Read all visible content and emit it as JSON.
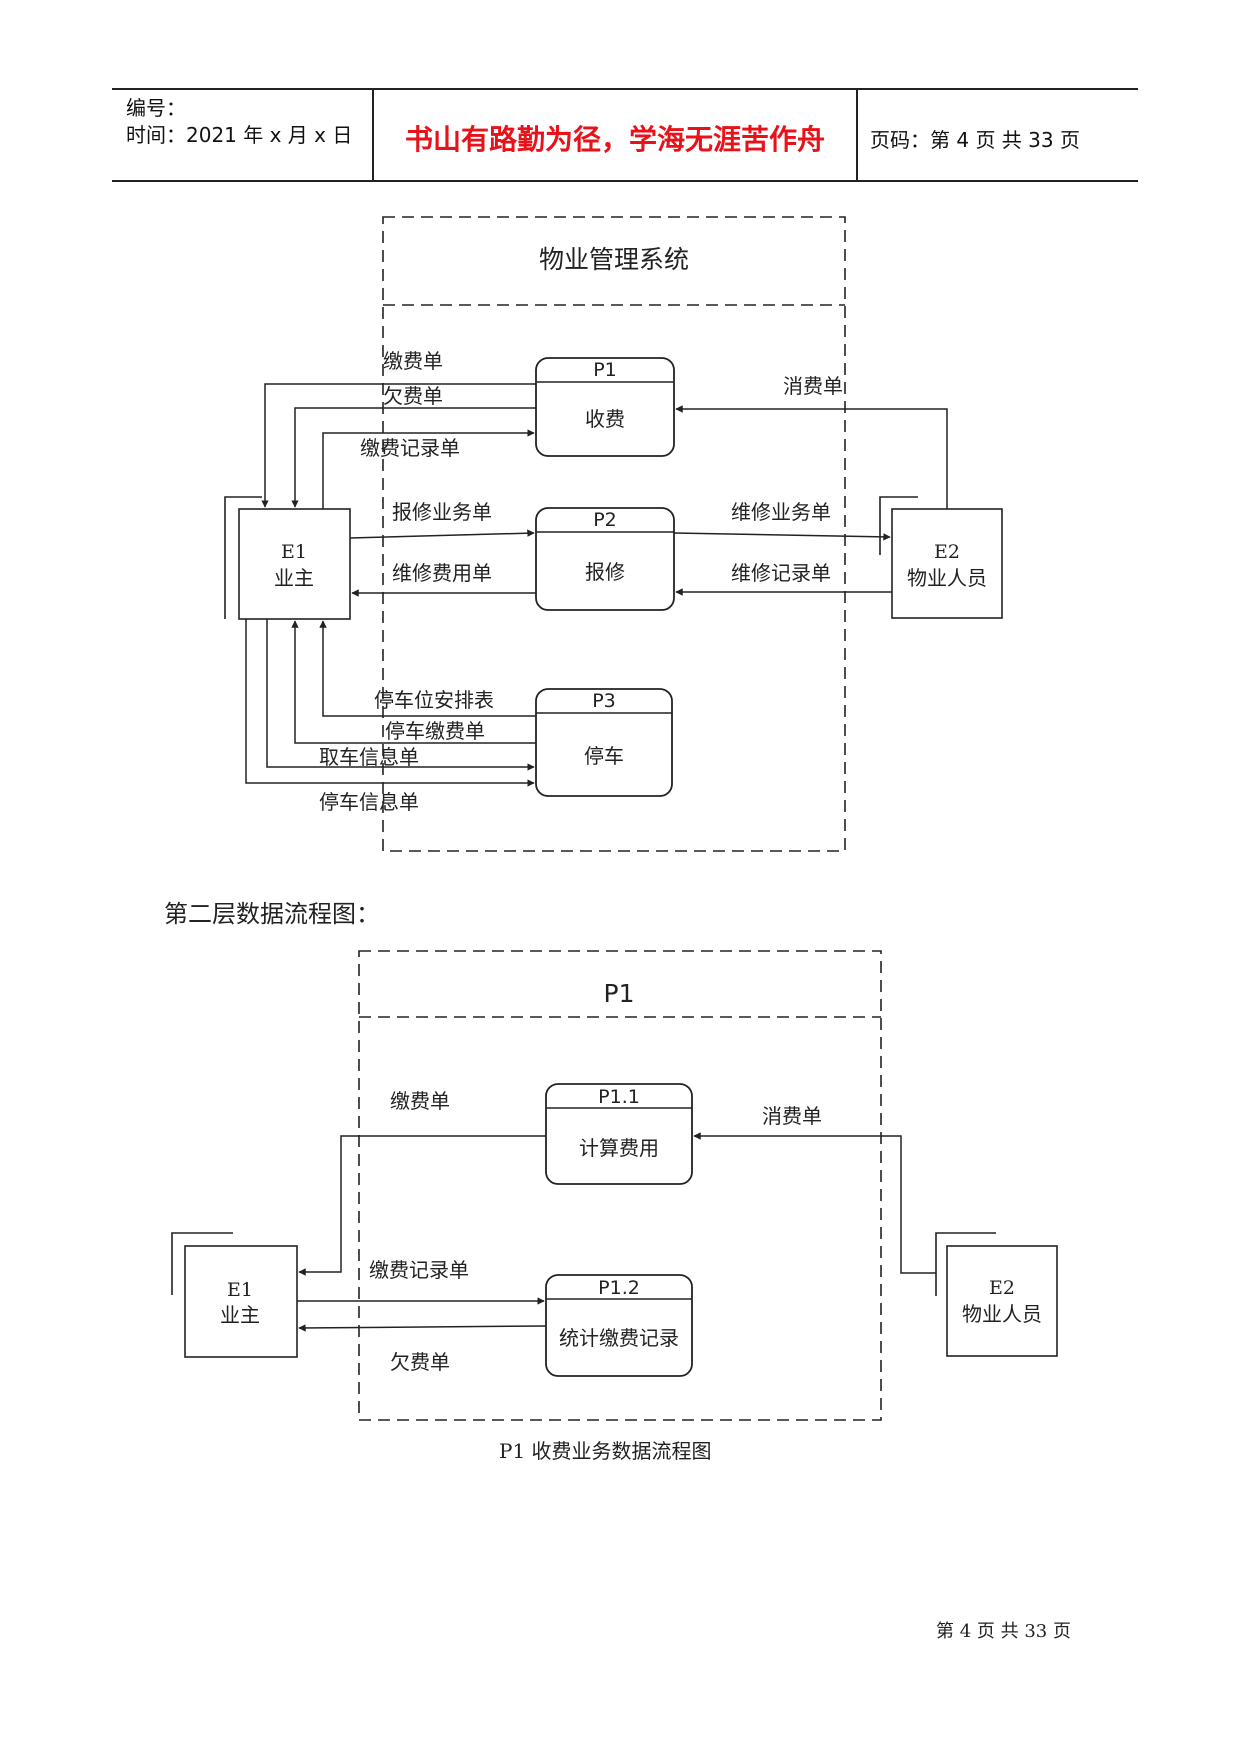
{
  "header": {
    "number_label": "编号：",
    "time_label": "时间：2021 年 x 月 x 日",
    "motto": "书山有路勤为径，学海无涯苦作舟",
    "page_label": "页码：第 4 页  共 33 页",
    "motto_color": "#e8121a"
  },
  "diagram1": {
    "system_title": "物业管理系统",
    "p1": {
      "id": "P1",
      "name": "收费"
    },
    "p2": {
      "id": "P2",
      "name": "报修"
    },
    "p3": {
      "id": "P3",
      "name": "停车"
    },
    "e1": {
      "id": "E1",
      "name": "业主"
    },
    "e2": {
      "id": "E2",
      "name": "物业人员"
    },
    "flows": {
      "payment_slip": "缴费单",
      "arrears_slip": "欠费单",
      "payment_record": "缴费记录单",
      "consumption_slip": "消费单",
      "repair_request": "报修业务单",
      "maintenance_task": "维修业务单",
      "maintenance_fee": "维修费用单",
      "maintenance_record": "维修记录单",
      "parking_schedule": "停车位安排表",
      "parking_fee": "停车缴费单",
      "pickup_info": "取车信息单",
      "parking_info": "停车信息单"
    }
  },
  "section2_heading": "第二层数据流程图：",
  "diagram2": {
    "title": "P1",
    "p11": {
      "id": "P1.1",
      "name": "计算费用"
    },
    "p12": {
      "id": "P1.2",
      "name": "统计缴费记录"
    },
    "e1": {
      "id": "E1",
      "name": "业主"
    },
    "e2": {
      "id": "E2",
      "name": "物业人员"
    },
    "flows": {
      "payment_slip": "缴费单",
      "consumption_slip": "消费单",
      "payment_record": "缴费记录单",
      "arrears_slip": "欠费单"
    },
    "caption": "P1  收费业务数据流程图"
  },
  "footer": {
    "page_text": "第  4  页  共  33  页"
  }
}
